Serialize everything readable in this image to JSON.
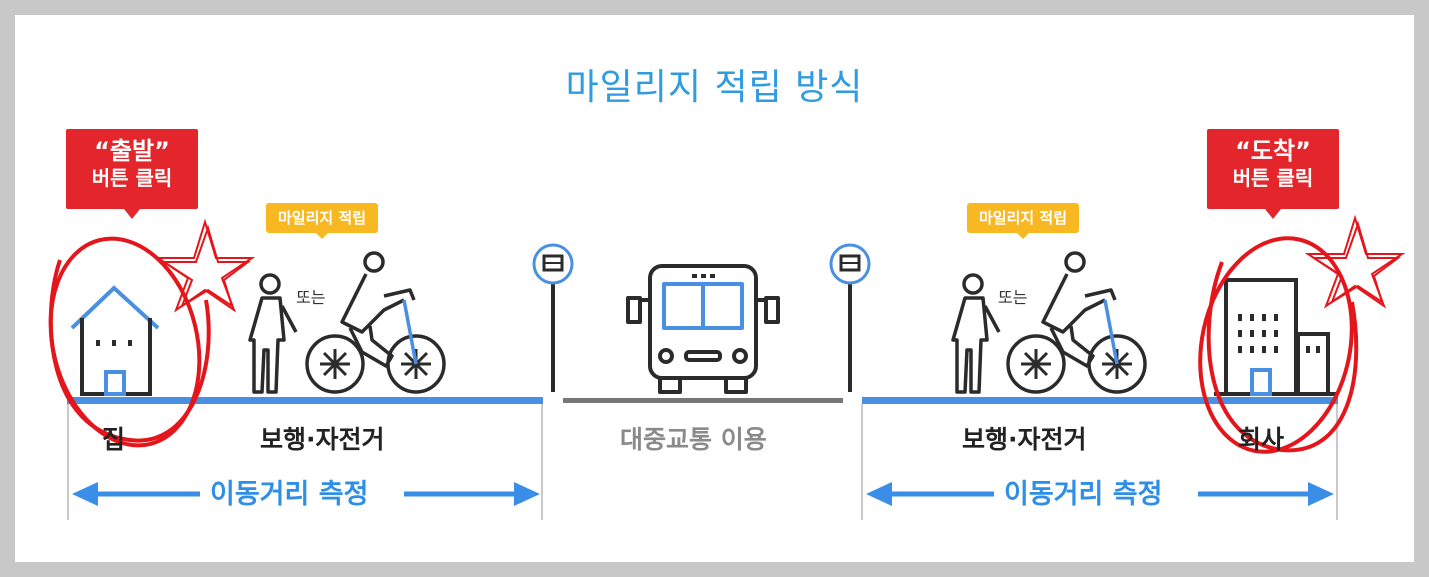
{
  "title": "마일리지 적립 방식",
  "start_callout": {
    "quote": "“출발”",
    "sub": "버튼 클릭"
  },
  "arrive_callout": {
    "quote": "“도착”",
    "sub": "버튼 클릭"
  },
  "earn_badge": "마일리지 적립",
  "or_text": "또는",
  "labels": {
    "home": "집",
    "walk_bike": "보행·자전거",
    "transit": "대중교통 이용",
    "office": "회사"
  },
  "measure": "이동거리 측정",
  "colors": {
    "title": "#2f9be0",
    "callout": "#e3262b",
    "badge": "#f7b821",
    "road": "#4a90e2",
    "transit_road": "#777777",
    "icon_outline": "#2b2b2b"
  },
  "icons": [
    "house-icon",
    "pedestrian-icon",
    "bicycle-icon",
    "bus-stop-icon",
    "bus-icon",
    "office-building-icon"
  ]
}
